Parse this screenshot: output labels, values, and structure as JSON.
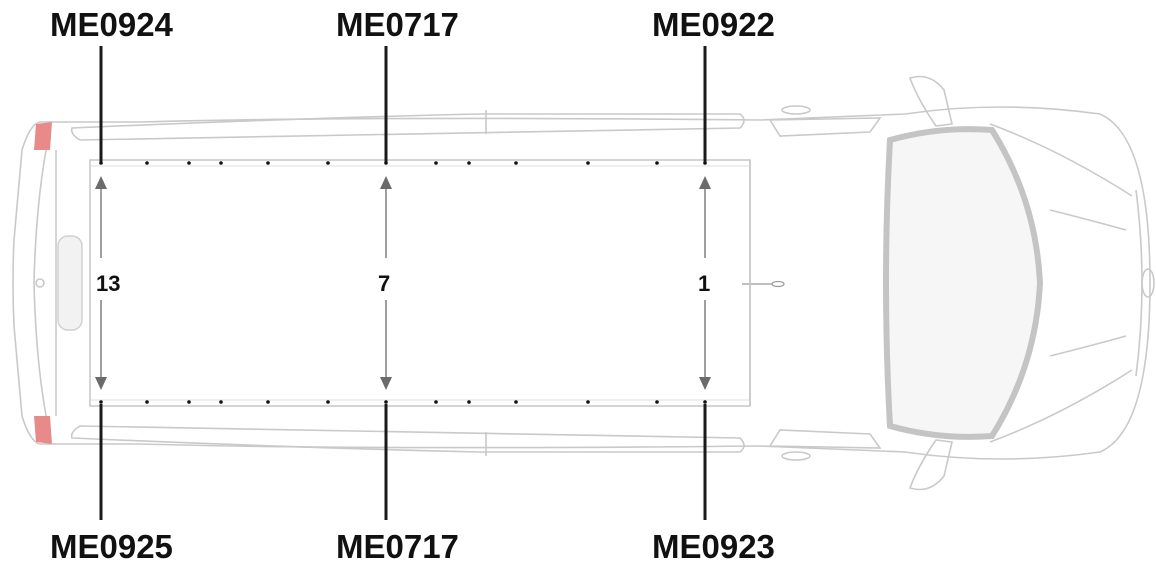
{
  "labels": {
    "top_left": "ME0924",
    "top_center": "ME0717",
    "top_right": "ME0922",
    "bottom_left": "ME0925",
    "bottom_center": "ME0717",
    "bottom_right": "ME0923"
  },
  "positions": {
    "rear": "13",
    "middle": "7",
    "front": "1"
  },
  "colors": {
    "text": "#111111",
    "lines": "#1a1a1a",
    "arrow": "#6b6b6b",
    "outline": "#c9c9c9",
    "tail_light": "#e88a8a",
    "windshield": "#c4c4c4"
  }
}
